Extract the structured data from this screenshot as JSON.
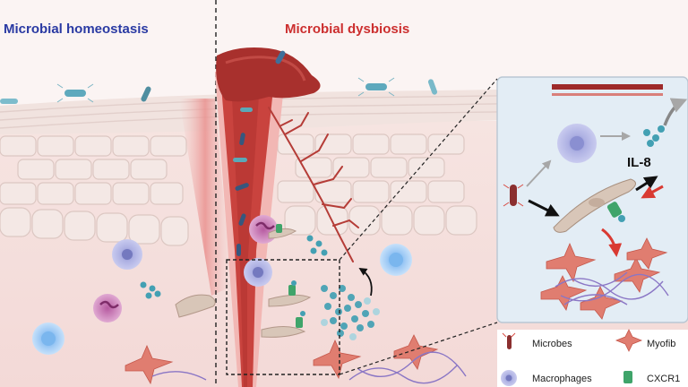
{
  "titles": {
    "left": "Microbial homeostasis",
    "right": "Microbial dysbiosis"
  },
  "inset": {
    "cytokine_label": "IL-8"
  },
  "legend": {
    "microbes": "Microbes",
    "macrophages": "Macrophages",
    "myofib": "Myofib",
    "cxcr1": "CXCR1"
  },
  "colors": {
    "healthy_title": "#2a3aa3",
    "dysbiosis_title": "#cc2f2f",
    "inset_bg": "#e3edf5",
    "blood": "#c9433e"
  }
}
